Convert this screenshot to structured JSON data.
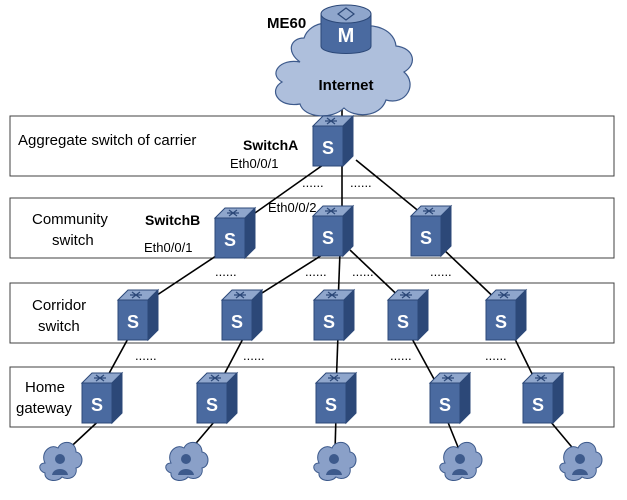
{
  "server": {
    "label": "ME60",
    "glyph": "M"
  },
  "cloud": {
    "label": "Internet"
  },
  "layers": {
    "aggregate": {
      "line1": "Aggregate switch of carrier"
    },
    "community": {
      "line1": "Community",
      "line2": "switch"
    },
    "corridor": {
      "line1": "Corridor",
      "line2": "switch"
    },
    "home": {
      "line1": "Home",
      "line2": "gateway"
    }
  },
  "switch_glyph": "S",
  "labels": {
    "switchA": "SwitchA",
    "switchB": "SwitchB",
    "portA1": "Eth0/0/1",
    "portA2": "Eth0/0/2",
    "portB1": "Eth0/0/1",
    "ellipsis": "......"
  },
  "colors": {
    "device_front": "#4a6aa0",
    "device_top": "#8fa6cc",
    "device_side": "#2c4878",
    "cloud_fill": "#aebfdc",
    "cloud_stroke": "#3d5a8c",
    "user_fill": "#8aa0c8",
    "line": "#000000",
    "layer_border": "#404040"
  }
}
